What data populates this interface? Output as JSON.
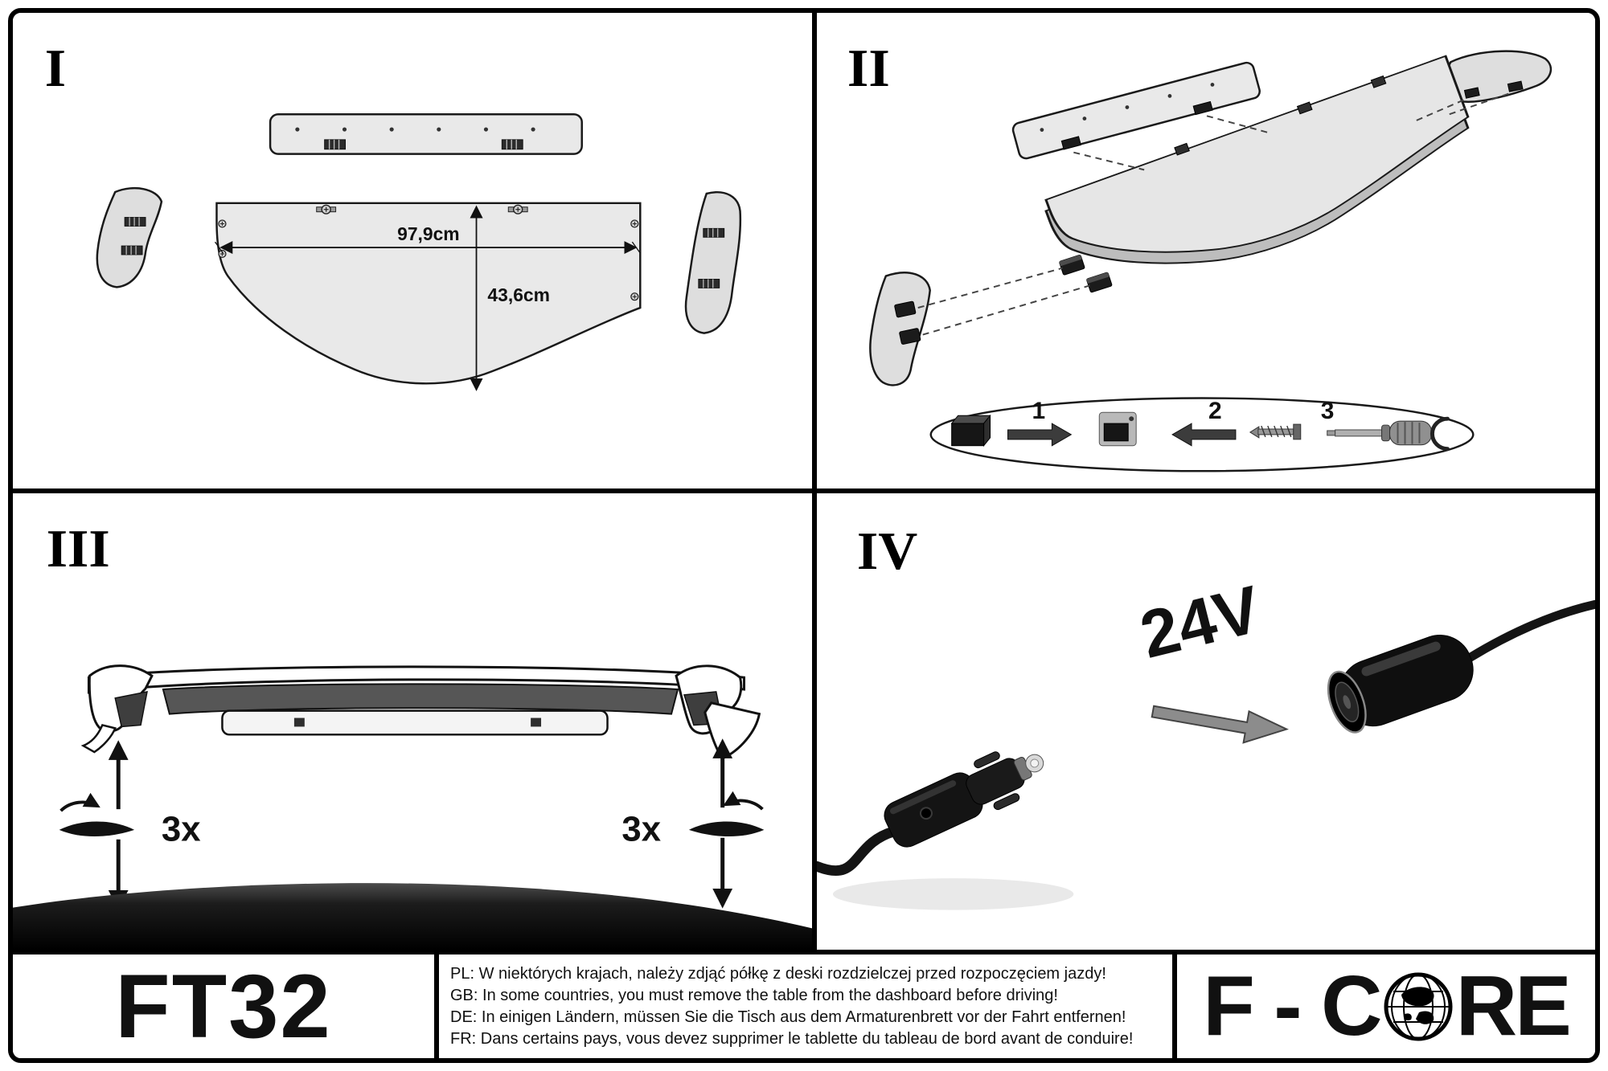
{
  "panels": {
    "p1": {
      "label": "I",
      "dim_width": "97,9cm",
      "dim_height": "43,6cm"
    },
    "p2": {
      "label": "II",
      "steps": [
        "1",
        "2",
        "3"
      ]
    },
    "p3": {
      "label": "III",
      "left_count": "3x",
      "right_count": "3x"
    },
    "p4": {
      "label": "IV",
      "voltage": "24V"
    }
  },
  "footer": {
    "model": "FT32",
    "warnings": [
      "PL: W niektórych krajach, należy zdjąć półkę z deski rozdzielczej przed rozpoczęciem jazdy!",
      "GB: In some countries, you must remove the table from the dashboard before driving!",
      "DE: In einigen Ländern, müssen Sie die Tisch aus dem Armaturenbrett vor der Fahrt entfernen!",
      "FR: Dans certains pays, vous devez supprimer le tablette du tableau de bord avant de conduire!"
    ],
    "brand": {
      "left": "F - C",
      "right": "RE"
    }
  }
}
